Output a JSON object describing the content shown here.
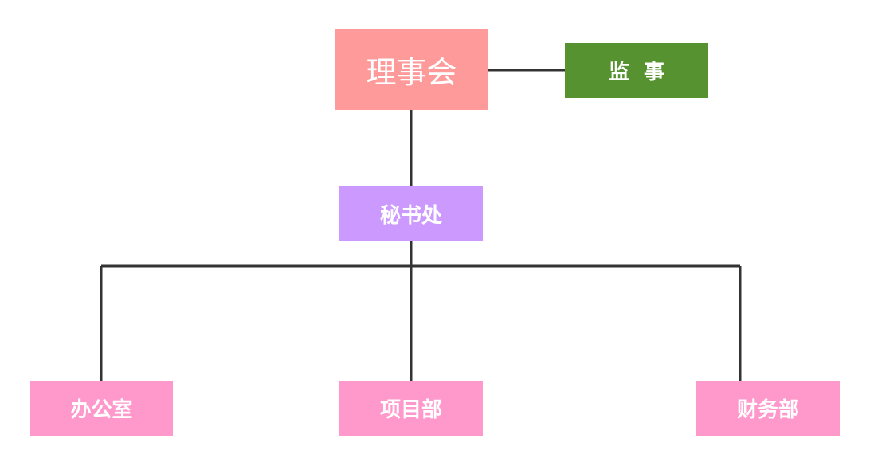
{
  "diagram": {
    "nodes": {
      "board": {
        "label": "理事会",
        "color": "#fe9a9a"
      },
      "supervisor": {
        "label": "监  事",
        "color": "#579231"
      },
      "secretariat": {
        "label": "秘书处",
        "color": "#cc99ff"
      },
      "office": {
        "label": "办公室",
        "color": "#ff99cc"
      },
      "projects": {
        "label": "项目部",
        "color": "#ff99cc"
      },
      "finance": {
        "label": "财务部",
        "color": "#ff99cc"
      }
    },
    "edges": [
      {
        "from": "board",
        "to": "supervisor"
      },
      {
        "from": "board",
        "to": "secretariat"
      },
      {
        "from": "secretariat",
        "to": "office"
      },
      {
        "from": "secretariat",
        "to": "projects"
      },
      {
        "from": "secretariat",
        "to": "finance"
      }
    ],
    "line_color": "#333333"
  }
}
